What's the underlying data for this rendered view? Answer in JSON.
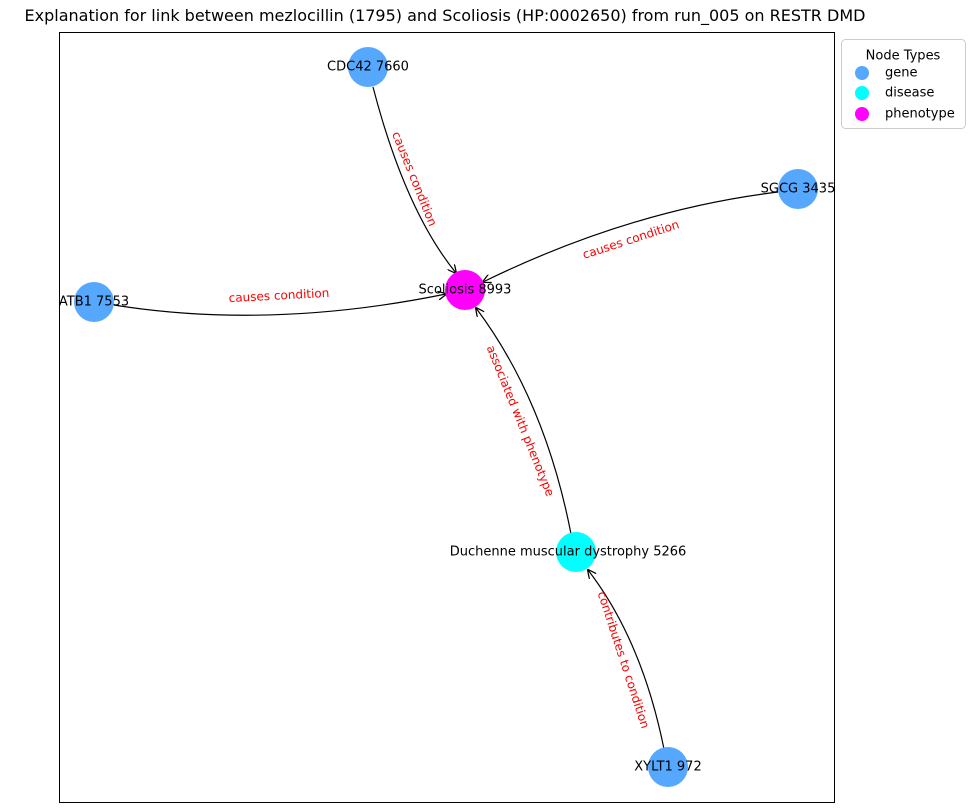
{
  "title": "Explanation for link between mezlocillin (1795) and Scoliosis (HP:0002650) from run_005 on RESTR DMD",
  "legend": {
    "title": "Node Types",
    "items": [
      {
        "label": "gene",
        "color": "#56a8ff"
      },
      {
        "label": "disease",
        "color": "#00ffff"
      },
      {
        "label": "phenotype",
        "color": "#ff00ff"
      }
    ]
  },
  "nodes": {
    "cdc42": {
      "label": "CDC42 7660",
      "type": "gene"
    },
    "sgcg": {
      "label": "SGCG 3435",
      "type": "gene"
    },
    "atb1": {
      "label": "ATB1 7553",
      "type": "gene"
    },
    "scoliosis": {
      "label": "Scoliosis 8993",
      "type": "phenotype"
    },
    "dmd": {
      "label": "Duchenne muscular dystrophy 5266",
      "type": "disease"
    },
    "xylt1": {
      "label": "XYLT1 972",
      "type": "gene"
    }
  },
  "edges": {
    "cdc42_scoliosis": "causes condition",
    "sgcg_scoliosis": "causes condition",
    "atb1_scoliosis": "causes condition",
    "dmd_scoliosis": "associated with phenotype",
    "xylt1_dmd": "contributes to condition"
  }
}
